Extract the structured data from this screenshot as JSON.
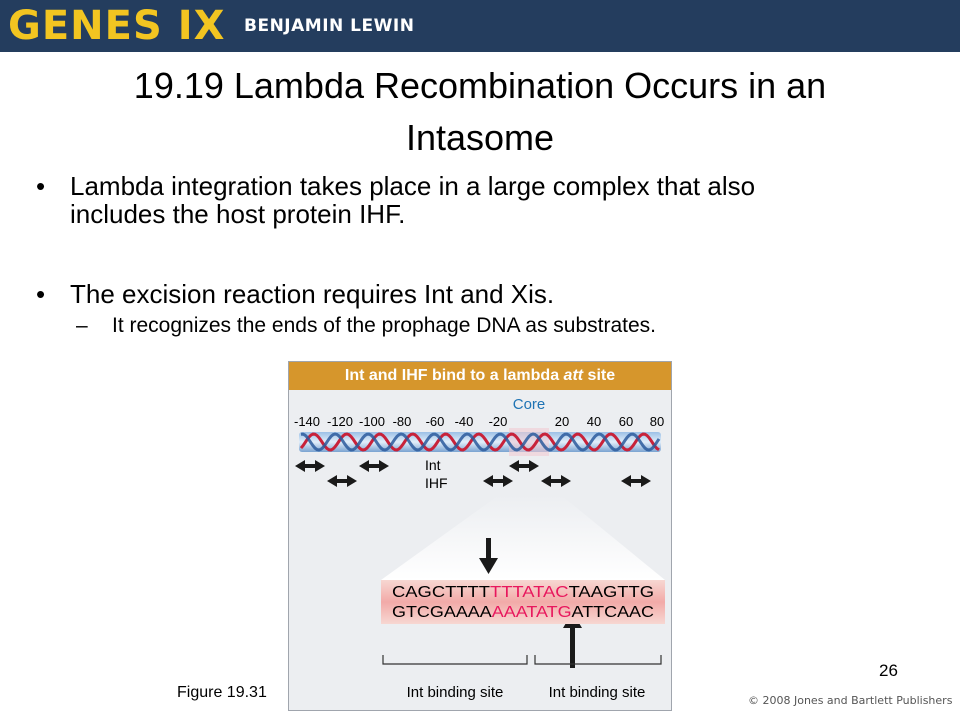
{
  "header": {
    "brand": "GENES IX",
    "author": "BENJAMIN LEWIN",
    "background_color": "#243d5e",
    "brand_color": "#f2c521"
  },
  "slide": {
    "title_line1": "19.19 Lambda Recombination Occurs in an",
    "title_line2": "Intasome",
    "bullet_symbol": "•",
    "dash_symbol": "–",
    "bullets": [
      {
        "line1": "Lambda integration takes place in a large complex that also",
        "line2": "includes the host protein IHF."
      },
      {
        "text": "The excision reaction requires Int and Xis.",
        "sub": "It recognizes the ends of the prophage DNA as substrates."
      }
    ]
  },
  "figure": {
    "header_prefix": "Int and IHF bind to a lambda ",
    "header_italic": "att",
    "header_suffix": " site",
    "core_label": "Core",
    "scale_labels": [
      "-140",
      "-120",
      "-100",
      "-80",
      "-60",
      "-40",
      "-20",
      "20",
      "40",
      "60",
      "80"
    ],
    "int_label": "Int",
    "ihf_label": "IHF",
    "seq_top": {
      "left": "CAGCTTTT",
      "core": "TTTATAC",
      "right": "TAAGTTG"
    },
    "seq_bottom": {
      "left": "GTCGAAAA",
      "core": "AAATATG",
      "right": "ATTCAAC"
    },
    "binding_left": "Int binding site",
    "binding_right": "Int binding site",
    "accent_color": "#d6962c",
    "core_color": "#e8175d",
    "label": "Figure 19.31"
  },
  "footer": {
    "page_number": "26",
    "copyright": "© 2008 Jones and Bartlett Publishers"
  }
}
